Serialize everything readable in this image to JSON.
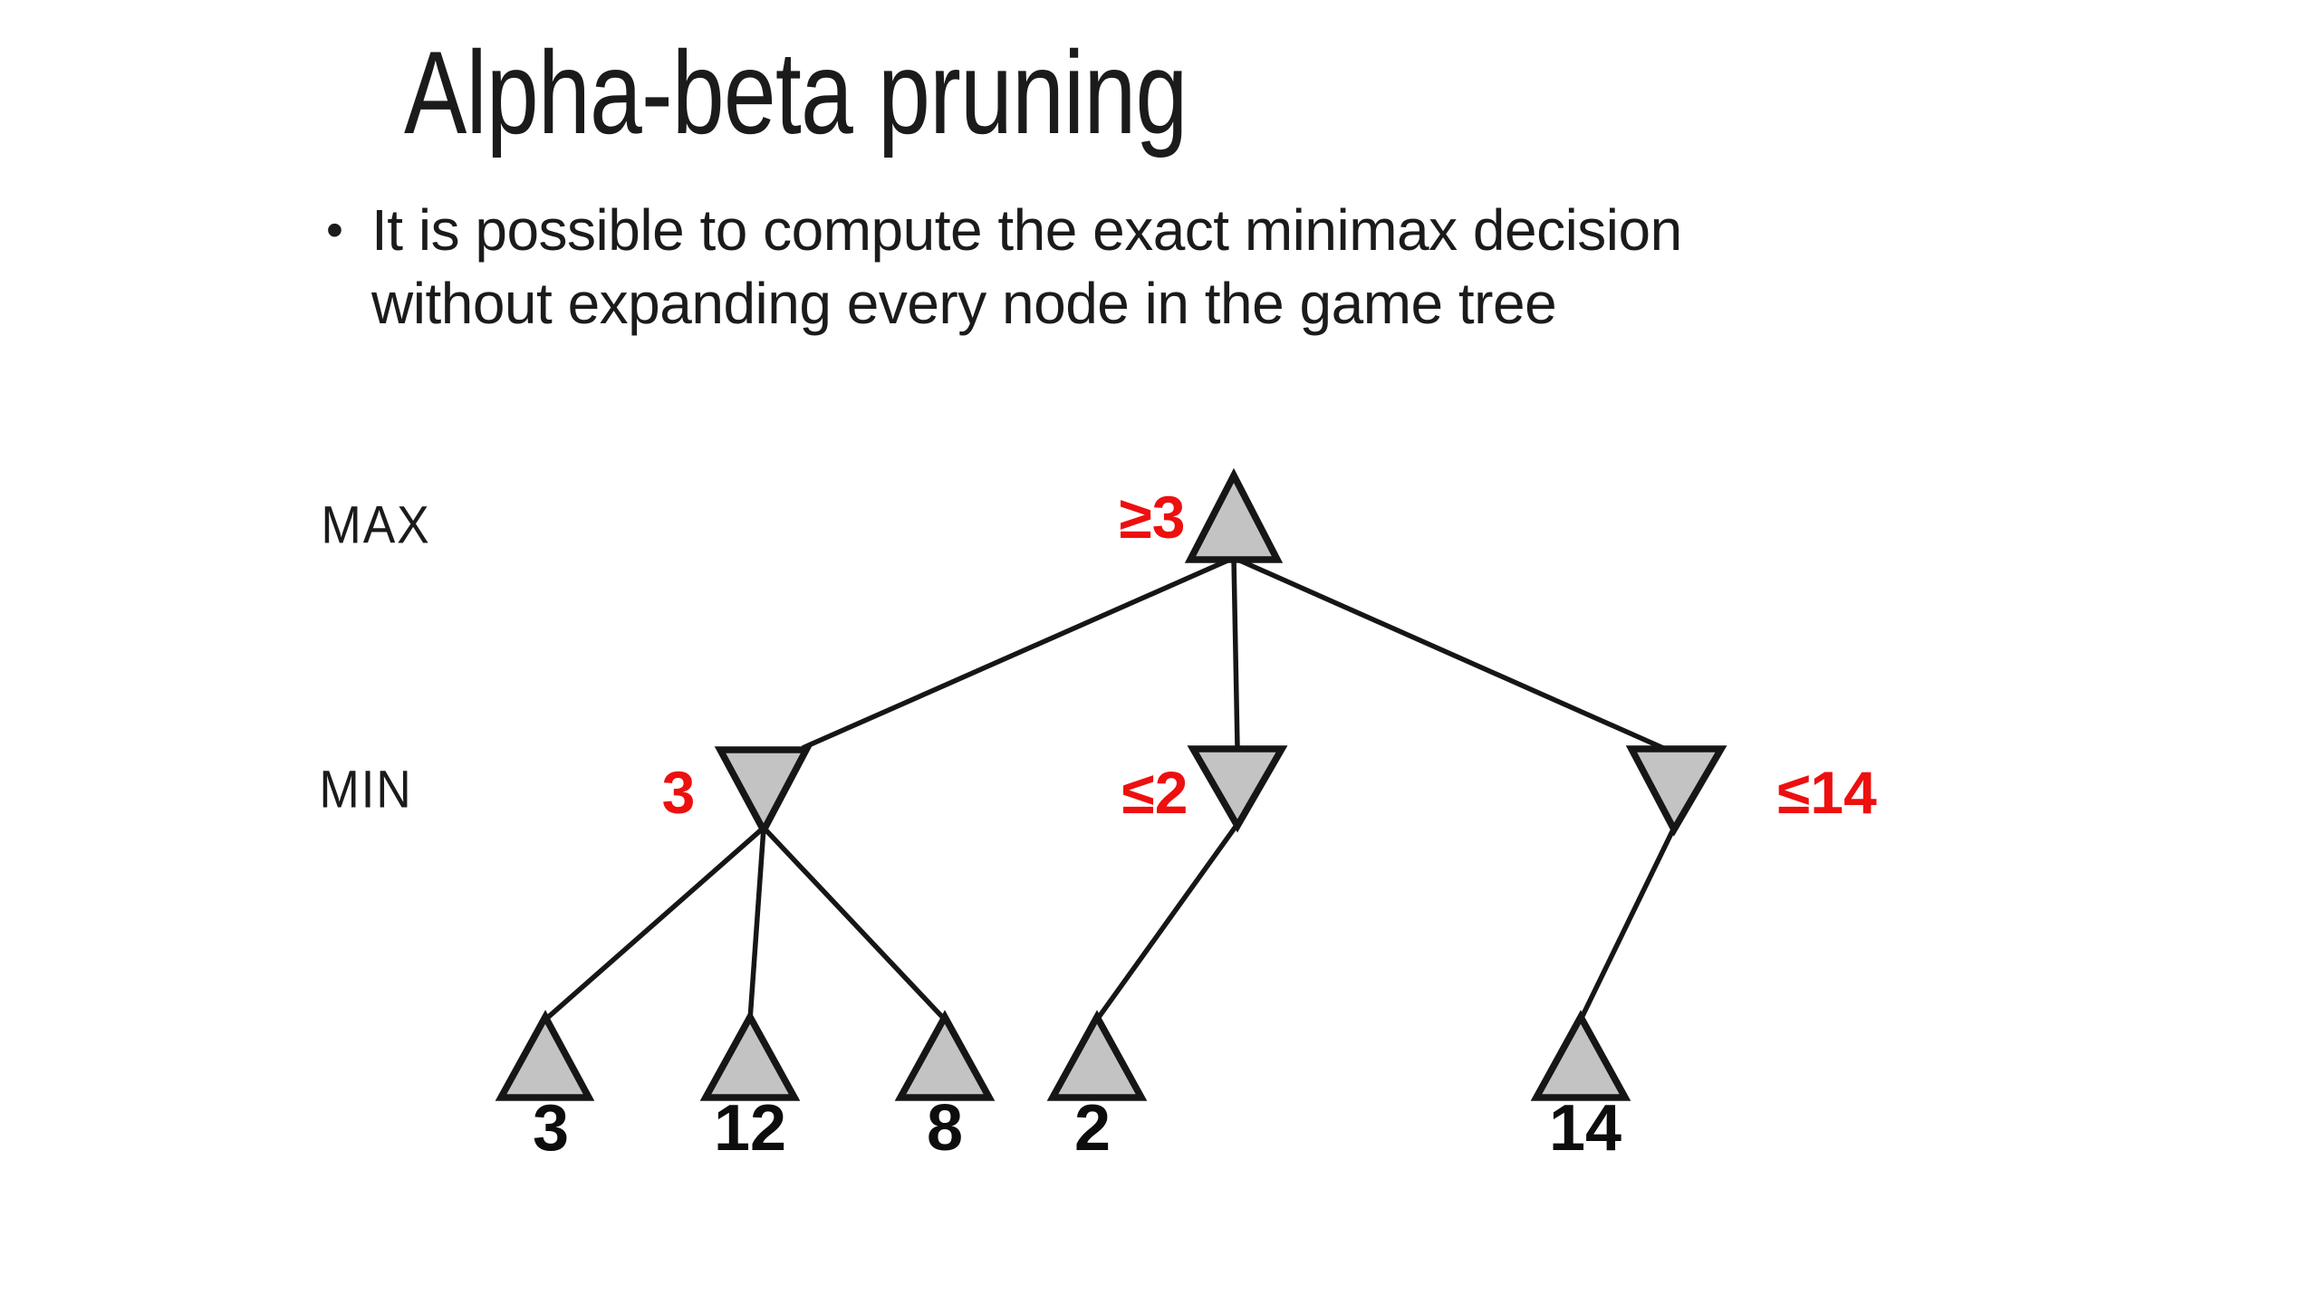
{
  "slide": {
    "title": "Alpha-beta pruning",
    "bullet": {
      "marker": "•",
      "line1": "It is possible to compute the exact minimax decision",
      "line2": "without expanding every node in the game tree"
    }
  },
  "colors": {
    "background": "#ffffff",
    "text": "#1b1b1b",
    "annotation_red": "#ee0f0f",
    "node_fill": "#c3c3c3",
    "node_stroke": "#161616",
    "edge_stroke": "#161616"
  },
  "tree": {
    "level_labels": {
      "max": "MAX",
      "min": "MIN"
    },
    "root": {
      "player": "MAX",
      "annotation": "≥3"
    },
    "min_nodes": [
      {
        "annotation": "3"
      },
      {
        "annotation": "≤2"
      },
      {
        "annotation": "≤14"
      }
    ],
    "leaves": [
      {
        "value": "3"
      },
      {
        "value": "12"
      },
      {
        "value": "8"
      },
      {
        "value": "2"
      },
      {
        "value": "14"
      }
    ]
  }
}
